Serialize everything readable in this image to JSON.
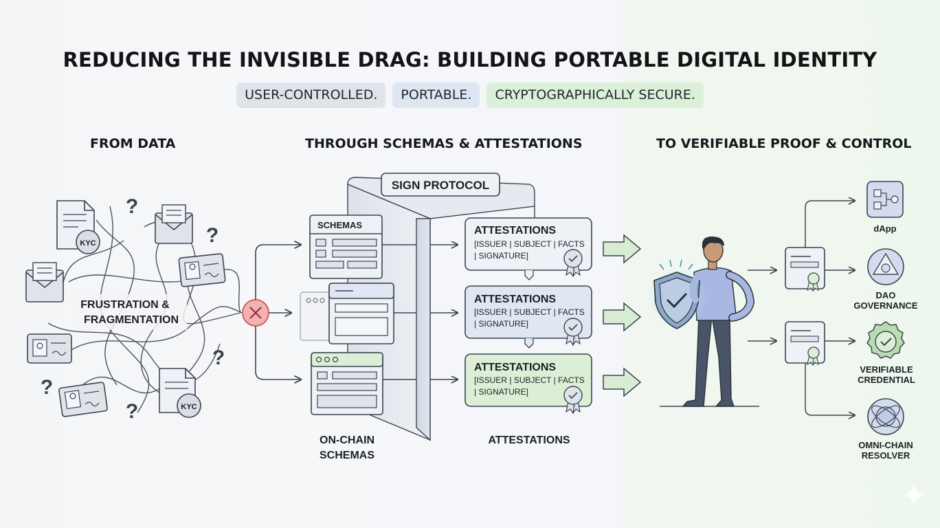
{
  "title": "REDUCING THE INVISIBLE DRAG: BUILDING PORTABLE DIGITAL IDENTITY",
  "pills": [
    "USER-CONTROLLED.",
    "PORTABLE.",
    "CRYPTOGRAPHICALLY SECURE."
  ],
  "columns": {
    "left": "FROM DATA",
    "middle": "THROUGH SCHEMAS & ATTESTATIONS",
    "right": "TO VERIFIABLE PROOF & CONTROL"
  },
  "left": {
    "center_line1": "FRUSTRATION &",
    "center_line2": "FRAGMENTATION",
    "kyc_badge": "KYC",
    "question_mark": "?"
  },
  "middle": {
    "protocol": "SIGN PROTOCOL",
    "schemas_title": "SCHEMAS",
    "attestation_cards": [
      {
        "title": "ATTESTATIONS",
        "line1": "[ISSUER | SUBJECT | FACTS",
        "line2": "| SIGNATURE]"
      },
      {
        "title": "ATTESTATIONS",
        "line1": "[ISSUER | SUBJECT | FACTS",
        "line2": "| SIGNATURE]"
      },
      {
        "title": "ATTESTATIONS",
        "line1": "[ISSUER | SUBJECT | FACTS",
        "line2": "| SIGNATURE]"
      }
    ],
    "bottom_schemas_line1": "ON-CHAIN",
    "bottom_schemas_line2": "SCHEMAS",
    "bottom_attestations": "ATTESTATIONS"
  },
  "right": {
    "apps": [
      {
        "line1": "dApp",
        "line2": ""
      },
      {
        "line1": "DAO",
        "line2": "GOVERNANCE"
      },
      {
        "line1": "VERIFIABLE",
        "line2": "CREDENTIAL"
      },
      {
        "line1": "OMNI-CHAIN",
        "line2": "RESOLVER"
      }
    ]
  },
  "colors": {
    "stroke": "#3b4350",
    "blue_fill": "#dfe7f3",
    "green_fill": "#dcefd6",
    "red_x": "#e5787a",
    "shirt": "#a9b8e3",
    "pants": "#4a5469"
  }
}
